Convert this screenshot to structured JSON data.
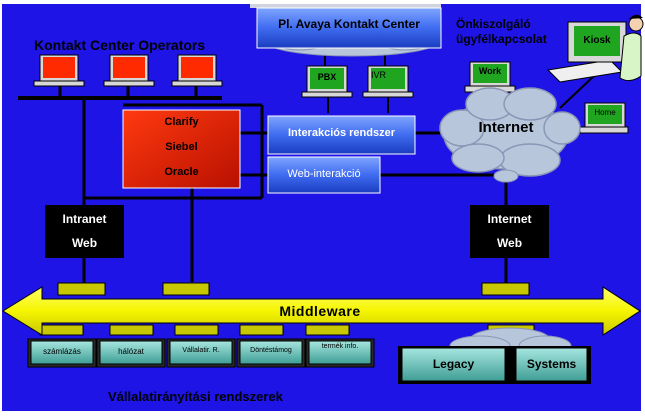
{
  "operators_title": "Kontakt Center Operators",
  "avaya_label": "Pl. Avaya Kontakt Center",
  "selfservice_line1": "Önkiszolgáló",
  "selfservice_line2": "ügyfélkapcsolat",
  "kiosk_label": "Kiosk",
  "pbx_label": "PBX",
  "ivr_label": "IVR",
  "work_label": "Work",
  "home_label": "Home",
  "crm": [
    "Clarify",
    "Siebel",
    "Oracle"
  ],
  "interaction_system": "Interakciós rendszer",
  "web_interaction": "Web-interakció",
  "internet_cloud": "Internet",
  "intranet_web": [
    "Intranet",
    "Web"
  ],
  "internet_web": [
    "Internet",
    "Web"
  ],
  "middleware": "Middleware",
  "erp_modules": [
    "számlázás",
    "hálózat",
    "Vállalatir. R.",
    "Döntéstámog",
    "termék info."
  ],
  "legacy": "Legacy",
  "systems": "Systems",
  "footer_title": "Vállalatirányítási rendszerek",
  "colors": {
    "background": "#1e14e6",
    "crm_red": "#e02000",
    "teal": "#5fb8b0",
    "middleware_yellow": "#f5f500",
    "olive": "#c8c800",
    "screen_red": "#ff2a00",
    "screen_green": "#1fa51f"
  }
}
